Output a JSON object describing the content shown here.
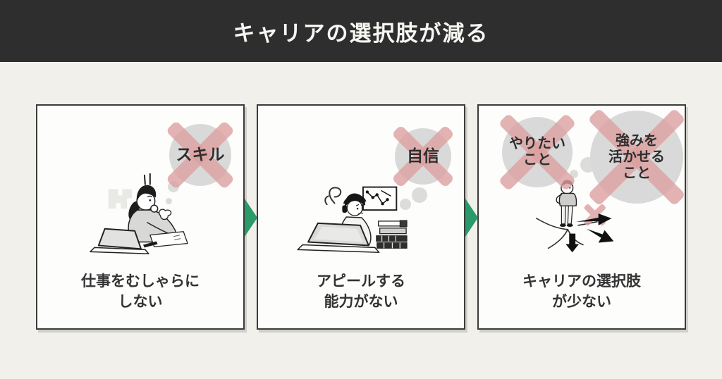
{
  "header": {
    "title": "キャリアの選択肢が減る"
  },
  "colors": {
    "header_bg": "#2e2e2e",
    "page_bg": "#f2f0eb",
    "card_bg": "#fdfdfc",
    "card_border": "#3b3b3b",
    "bubble_gray": "#d9d9d9",
    "cross_pink": "#dca0a0",
    "arrow_green": "#2a9a6a",
    "caption_text": "#333333",
    "title_text": "#f7f6f2"
  },
  "cards": [
    {
      "illustration": "person-working-hard-at-desk",
      "bubbles": [
        {
          "lines": [
            "スキル"
          ]
        }
      ],
      "caption": [
        "仕事をむしゃらに",
        "しない"
      ]
    },
    {
      "illustration": "person-confused-at-laptop",
      "bubbles": [
        {
          "lines": [
            "自信"
          ]
        }
      ],
      "caption": [
        "アピールする",
        "能力がない"
      ]
    },
    {
      "illustration": "person-at-crossroads",
      "bubbles": [
        {
          "lines": [
            "やりたい",
            "こと"
          ]
        },
        {
          "lines": [
            "強みを",
            "活かせる",
            "こと"
          ]
        }
      ],
      "caption": [
        "キャリアの選択肢",
        "が少ない"
      ]
    }
  ]
}
